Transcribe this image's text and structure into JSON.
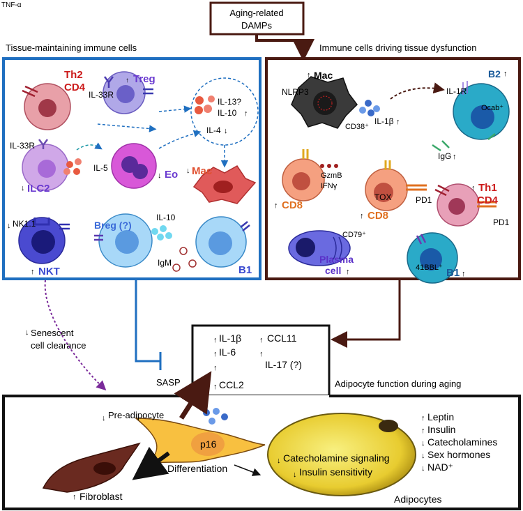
{
  "corner_text": "TNF-α",
  "damps": {
    "line1": "Aging-related",
    "line2": "DAMPs"
  },
  "left_panel": {
    "title": "Tissue-maintaining immune cells",
    "th2": "Th2",
    "cd4": "CD4",
    "treg": "Treg",
    "il33r_1": "IL-33R",
    "cytokines_pool": {
      "il13": "IL-13?",
      "il10": "IL-10",
      "il4": "IL-4"
    },
    "il33r_2": "IL-33R",
    "ilc2": "ILC2",
    "il5": "IL-5",
    "eo": "Eo",
    "mac": "Mac",
    "nk11": "NK1.1",
    "nkt": "NKT",
    "breg": "Breg (?)",
    "il10b": "IL-10",
    "igm": "IgM",
    "b1": "B1"
  },
  "right_panel": {
    "title": "Immune cells driving tissue dysfunction",
    "mac": "Mac",
    "nlrp3": "NLRP3",
    "cd38": "CD38⁺",
    "il1b": "IL-1β",
    "il1r": "IL-1R",
    "b2": "B2",
    "ocab": "Ocab⁺",
    "igg": "IgG",
    "cd8a": "CD8",
    "gzmb": "GzmB",
    "ifng": "IFNγ",
    "tox": "TOX",
    "pd1a": "PD1",
    "cd8b": "CD8",
    "th1": "Th1",
    "cd4": "CD4",
    "pd1b": "PD1",
    "cd79": "CD79⁺",
    "plasma1": "Plasma",
    "plasma2": "cell",
    "bbl": "41BBL⁺",
    "b1": "B1"
  },
  "sasp_box": {
    "il1b": "IL-1β",
    "il6": "IL-6",
    "ccl2": "CCL2",
    "ccl11": "CCL11",
    "il17": "IL-17 (?)"
  },
  "senescent": {
    "line1": "Senescent",
    "line2": "cell clearance"
  },
  "sasp_label": "SASP",
  "bottom_panel": {
    "title": "Adipocyte function during aging",
    "preadipocyte": "Pre-adipocyte",
    "p16": "p16",
    "differentiation": "Differentiation",
    "fibroblast": "Fibroblast",
    "cat_signal": "Catecholamine signaling",
    "insulin_sens": "Insulin sensitivity",
    "adipocytes": "Adipocytes",
    "hormones": [
      "Leptin",
      "Insulin",
      "Catecholamines",
      "Sex hormones",
      "NAD⁺"
    ]
  },
  "colors": {
    "blue_frame": "#1f6fc0",
    "dark_frame": "#4a1a12",
    "black": "#111111"
  }
}
